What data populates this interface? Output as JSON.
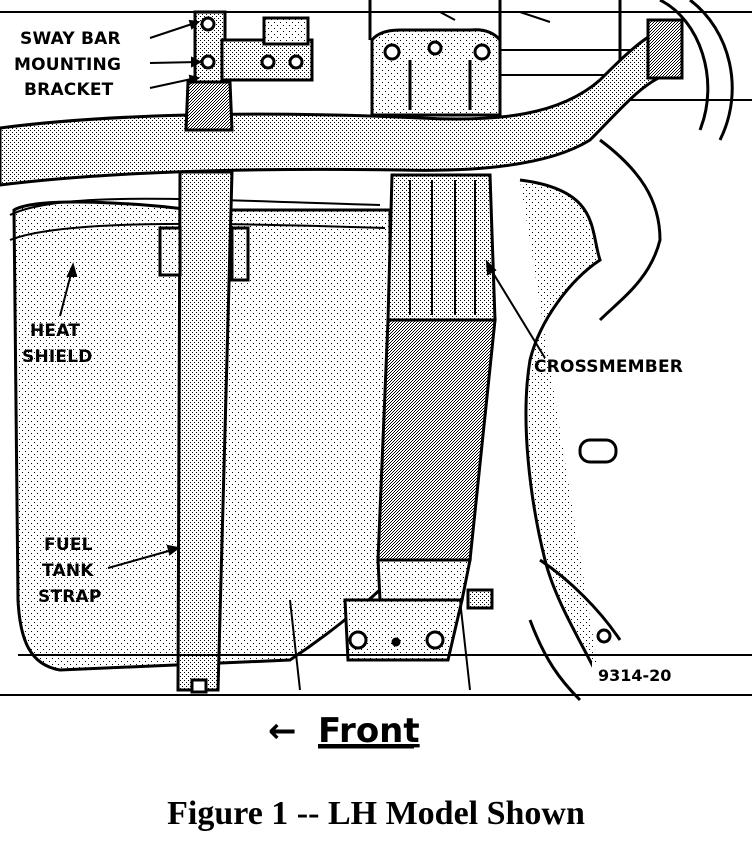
{
  "diagram": {
    "labels": {
      "sway_bar_1": "SWAY BAR",
      "sway_bar_2": "MOUNTING",
      "sway_bar_3": "BRACKET",
      "heat_shield_1": "HEAT",
      "heat_shield_2": "SHIELD",
      "crossmember": "CROSSMEMBER",
      "fuel_strap_1": "FUEL",
      "fuel_strap_2": "TANK",
      "fuel_strap_3": "STRAP",
      "drawing_number": "9314-20"
    },
    "direction": {
      "arrow": "←",
      "text": "Front"
    }
  },
  "caption": "Figure 1 -- LH Model Shown"
}
